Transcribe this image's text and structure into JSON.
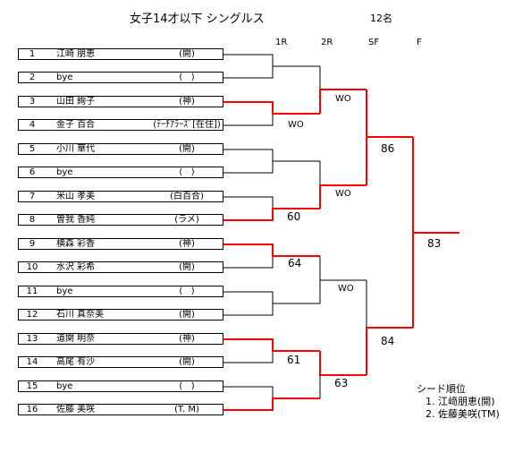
{
  "title": "女子14才以下 シングルス",
  "count": "12名",
  "rounds": [
    "1R",
    "2R",
    "SF",
    "F"
  ],
  "players": [
    {
      "num": "1",
      "name": "江崎 朋恵",
      "club": "(開)"
    },
    {
      "num": "2",
      "name": "bye",
      "club": "(   )"
    },
    {
      "num": "3",
      "name": "山田 絢子",
      "club": "(神)"
    },
    {
      "num": "4",
      "name": "金子 百合",
      "club": "(ﾃｰﾁｱﾗｰｽﾞ[在住])"
    },
    {
      "num": "5",
      "name": "小川 華代",
      "club": "(開)"
    },
    {
      "num": "6",
      "name": "bye",
      "club": "(   )"
    },
    {
      "num": "7",
      "name": "米山 孝美",
      "club": "(白百合)"
    },
    {
      "num": "8",
      "name": "曽我 香純",
      "club": "(ラメ)"
    },
    {
      "num": "9",
      "name": "横森 彩香",
      "club": "(神)"
    },
    {
      "num": "10",
      "name": "水沢 彩希",
      "club": "(開)"
    },
    {
      "num": "11",
      "name": "bye",
      "club": "(   )"
    },
    {
      "num": "12",
      "name": "石川 真奈美",
      "club": "(開)"
    },
    {
      "num": "13",
      "name": "道関 明奈",
      "club": "(神)"
    },
    {
      "num": "14",
      "name": "高尾 有沙",
      "club": "(開)"
    },
    {
      "num": "15",
      "name": "bye",
      "club": "(   )"
    },
    {
      "num": "16",
      "name": "佐藤 美咲",
      "club": "(T. M)"
    }
  ],
  "scores": {
    "m2": "WO",
    "qf1": "WO",
    "m4": "60",
    "qf2": "WO",
    "m5": "64",
    "qf3": "WO",
    "m7": "61",
    "qf4": "63",
    "sf1": "86",
    "sf2": "84",
    "final": "83"
  },
  "colors": {
    "winner": "#ff0000",
    "line": "#000000"
  },
  "seeds": {
    "heading": "シード順位",
    "items": [
      "1. 江﨑朋恵(開)",
      "2. 佐藤美咲(TM)"
    ]
  }
}
